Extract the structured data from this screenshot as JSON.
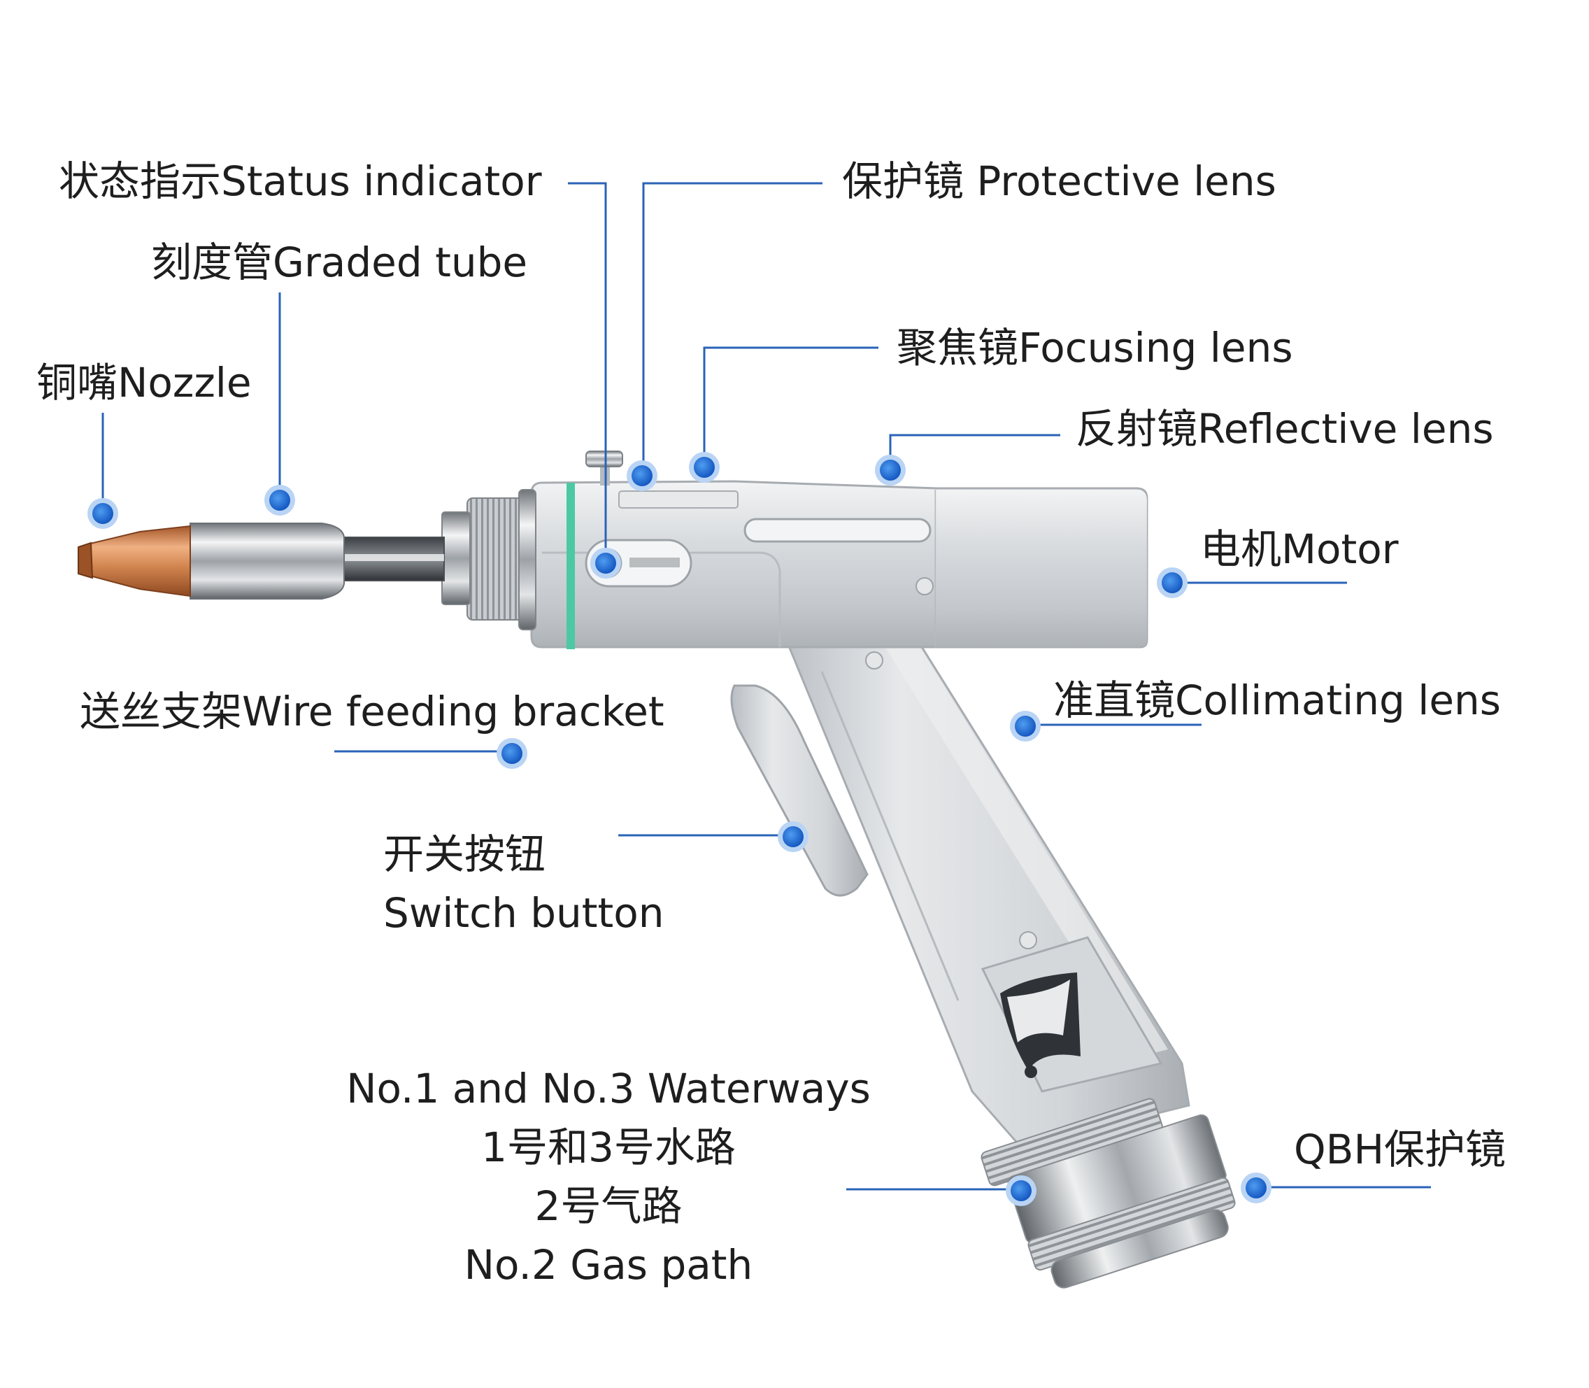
{
  "colors": {
    "leader_line": "#2a63b8",
    "marker": "#1f6fd6",
    "marker_halo": "#b9d4f4",
    "body_metal": "#d3d6d9",
    "copper_nozzle": "#d18a55",
    "indicator_ring": "#4cc9a3",
    "text": "#1e1e1e"
  },
  "labels": {
    "status_indicator": "状态指示Status indicator",
    "protective_lens": "保护镜 Protective lens",
    "graded_tube": "刻度管Graded tube",
    "focusing_lens": "聚焦镜Focusing lens",
    "nozzle": "铜嘴Nozzle",
    "reflective_lens": "反射镜Reflective lens",
    "motor": "电机Motor",
    "wire_bracket": "送丝支架Wire feeding bracket",
    "collimating_lens": "准直镜Collimating lens",
    "switch_cn": "开关按钮",
    "switch_en": "Switch button",
    "waterways_line1": "No.1 and No.3 Waterways",
    "waterways_line2": "1号和3号水路",
    "waterways_line3": "2号气路",
    "waterways_line4": "No.2 Gas path",
    "qbh_lens": "QBH保护镜"
  },
  "icons": {
    "marker": "blue-dot-marker"
  }
}
